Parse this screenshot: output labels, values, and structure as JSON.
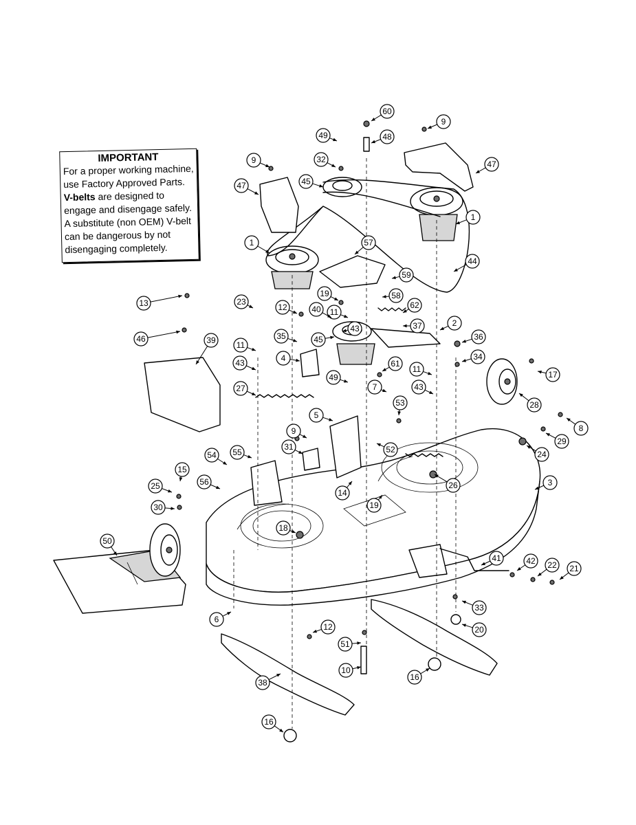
{
  "notice": {
    "title": "IMPORTANT",
    "line1": "For a proper working machine,",
    "line2": "use Factory Approved Parts.",
    "line3_bold": "V-belts",
    "line3_rest": " are designed to",
    "line4": "engage and disengage safely.",
    "line5": "A substitute (non OEM) V-belt",
    "line6": "can be dangerous by not",
    "line7": "disengaging completely."
  },
  "callouts": {
    "c1a": "1",
    "c1b": "1",
    "c2": "2",
    "c3": "3",
    "c4": "4",
    "c5": "5",
    "c6": "6",
    "c7": "7",
    "c8": "8",
    "c9a": "9",
    "c9b": "9",
    "c9c": "9",
    "c10": "10",
    "c11a": "11",
    "c11b": "11",
    "c11c": "11",
    "c12a": "12",
    "c12b": "12",
    "c13": "13",
    "c14": "14",
    "c15": "15",
    "c16a": "16",
    "c16b": "16",
    "c17": "17",
    "c18": "18",
    "c19a": "19",
    "c19b": "19",
    "c20": "20",
    "c21": "21",
    "c22": "22",
    "c23": "23",
    "c24": "24",
    "c25": "25",
    "c26": "26",
    "c27": "27",
    "c28": "28",
    "c29": "29",
    "c30": "30",
    "c31": "31",
    "c32": "32",
    "c33": "33",
    "c34": "34",
    "c35": "35",
    "c36": "36",
    "c37": "37",
    "c38": "38",
    "c39": "39",
    "c40": "40",
    "c41": "41",
    "c42": "42",
    "c43a": "43",
    "c43b": "43",
    "c43c": "43",
    "c44": "44",
    "c45a": "45",
    "c45b": "45",
    "c46": "46",
    "c47a": "47",
    "c47b": "47",
    "c48": "48",
    "c49a": "49",
    "c49b": "49",
    "c50": "50",
    "c51": "51",
    "c52": "52",
    "c53": "53",
    "c54": "54",
    "c55": "55",
    "c56": "56",
    "c57": "57",
    "c58": "58",
    "c59": "59",
    "c60": "60",
    "c61": "61",
    "c62": "62"
  }
}
